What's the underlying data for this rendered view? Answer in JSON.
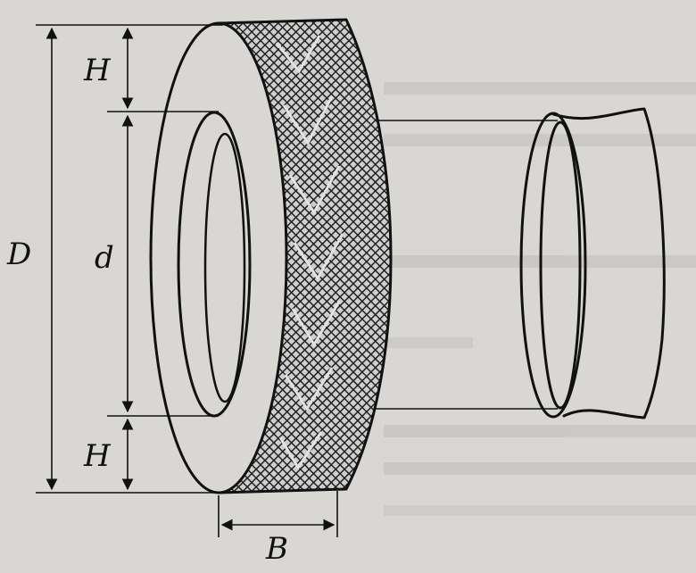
{
  "labels": {
    "outer_diameter": "D",
    "rim_diameter": "d",
    "profile_height_top": "H",
    "profile_height_bottom": "H",
    "tread_width": "B"
  },
  "colors": {
    "background": "#d9d7d4",
    "ink": "#111111",
    "tread_fill": "#5a5a5a",
    "chevron": "#dcdcdc"
  }
}
